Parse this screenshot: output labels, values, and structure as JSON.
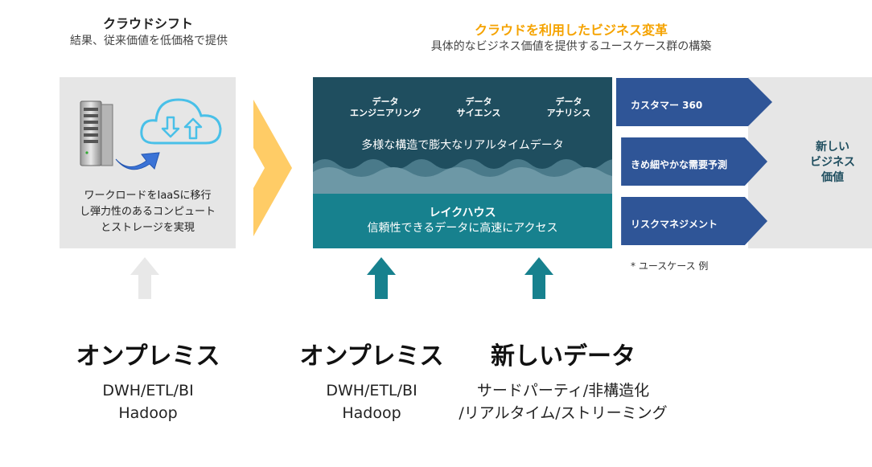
{
  "header": {
    "cloud_shift_title": "クラウドシフト",
    "cloud_shift_sub": "結果、従来価値を低価格で提供",
    "biz_title": "クラウドを利用したビジネス変革",
    "biz_sub": "具体的なビジネス価値を提供するユースケース群の構築"
  },
  "cloud_box": {
    "line1": "ワークロードをIaaSに移行",
    "line2": "し弾力性のあるコンピュート",
    "line3": "とストレージを実現"
  },
  "data_box": {
    "categories": [
      {
        "line1": "データ",
        "line2": "エンジニアリング"
      },
      {
        "line1": "データ",
        "line2": "サイエンス"
      },
      {
        "line1": "データ",
        "line2": "アナリシス"
      }
    ],
    "realtime": "多様な構造で膨大なリアルタイムデータ",
    "lakehouse_title": "レイクハウス",
    "lakehouse_sub": "信頼性できるデータに高速にアクセス"
  },
  "use_cases": [
    "カスタマー 360",
    "きめ細やかな需要予測",
    "リスクマネジメント"
  ],
  "use_case_note": "* ユースケース 例",
  "value": {
    "line1": "新しい",
    "line2": "ビジネス",
    "line3": "価値"
  },
  "bottom": {
    "left_title": "オンプレミス",
    "left_line1": "DWH/ETL/BI",
    "left_line2": "Hadoop",
    "mid_title": "オンプレミス",
    "mid_line1": "DWH/ETL/BI",
    "mid_line2": "Hadoop",
    "right_title": "新しいデータ",
    "right_line1": "サードパーティ/非構造化",
    "right_line2": "/リアルタイム/ストリーミング"
  },
  "colors": {
    "accent_orange": "#f5a300",
    "chevron_yellow": "#ffcc66",
    "dark_teal": "#1f4e5f",
    "lake_teal": "#17818e",
    "usecase_blue": "#2f5597",
    "gray_box": "#e6e6e6"
  },
  "icons": [
    "server-icon",
    "cloud-upload-download-icon",
    "curved-arrow-icon",
    "chevron-right-icon",
    "up-arrow-icon"
  ]
}
